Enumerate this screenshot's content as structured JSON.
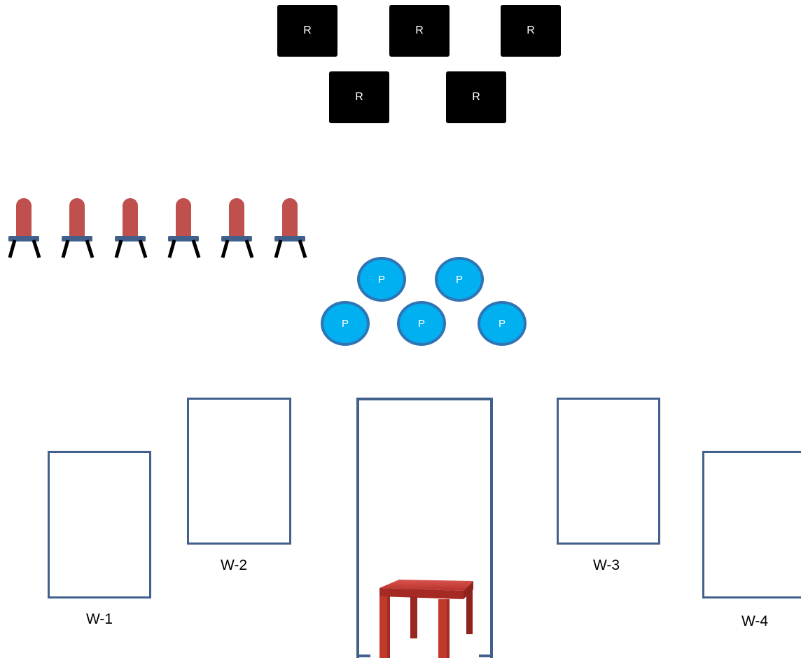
{
  "robots": [
    {
      "label": "R"
    },
    {
      "label": "R"
    },
    {
      "label": "R"
    },
    {
      "label": "R"
    },
    {
      "label": "R"
    }
  ],
  "people": [
    {
      "label": "P"
    },
    {
      "label": "P"
    },
    {
      "label": "P"
    },
    {
      "label": "P"
    },
    {
      "label": "P"
    }
  ],
  "chairs": {
    "count": 6,
    "icon": "chair-icon",
    "back_color": "#c0504d",
    "seat_color": "#41608c",
    "leg_color": "#000000"
  },
  "workstations": [
    {
      "label": "W-1"
    },
    {
      "label": "W-2"
    },
    {
      "label": "W-3"
    },
    {
      "label": "W-4"
    }
  ],
  "center_area": {
    "icon": "table-icon",
    "frame_color": "#41608c",
    "table_color": "#c0392b"
  },
  "colors": {
    "robot_fill": "#000000",
    "person_fill": "#00b0f0",
    "person_border": "#2e75b6",
    "frame": "#41608c"
  }
}
